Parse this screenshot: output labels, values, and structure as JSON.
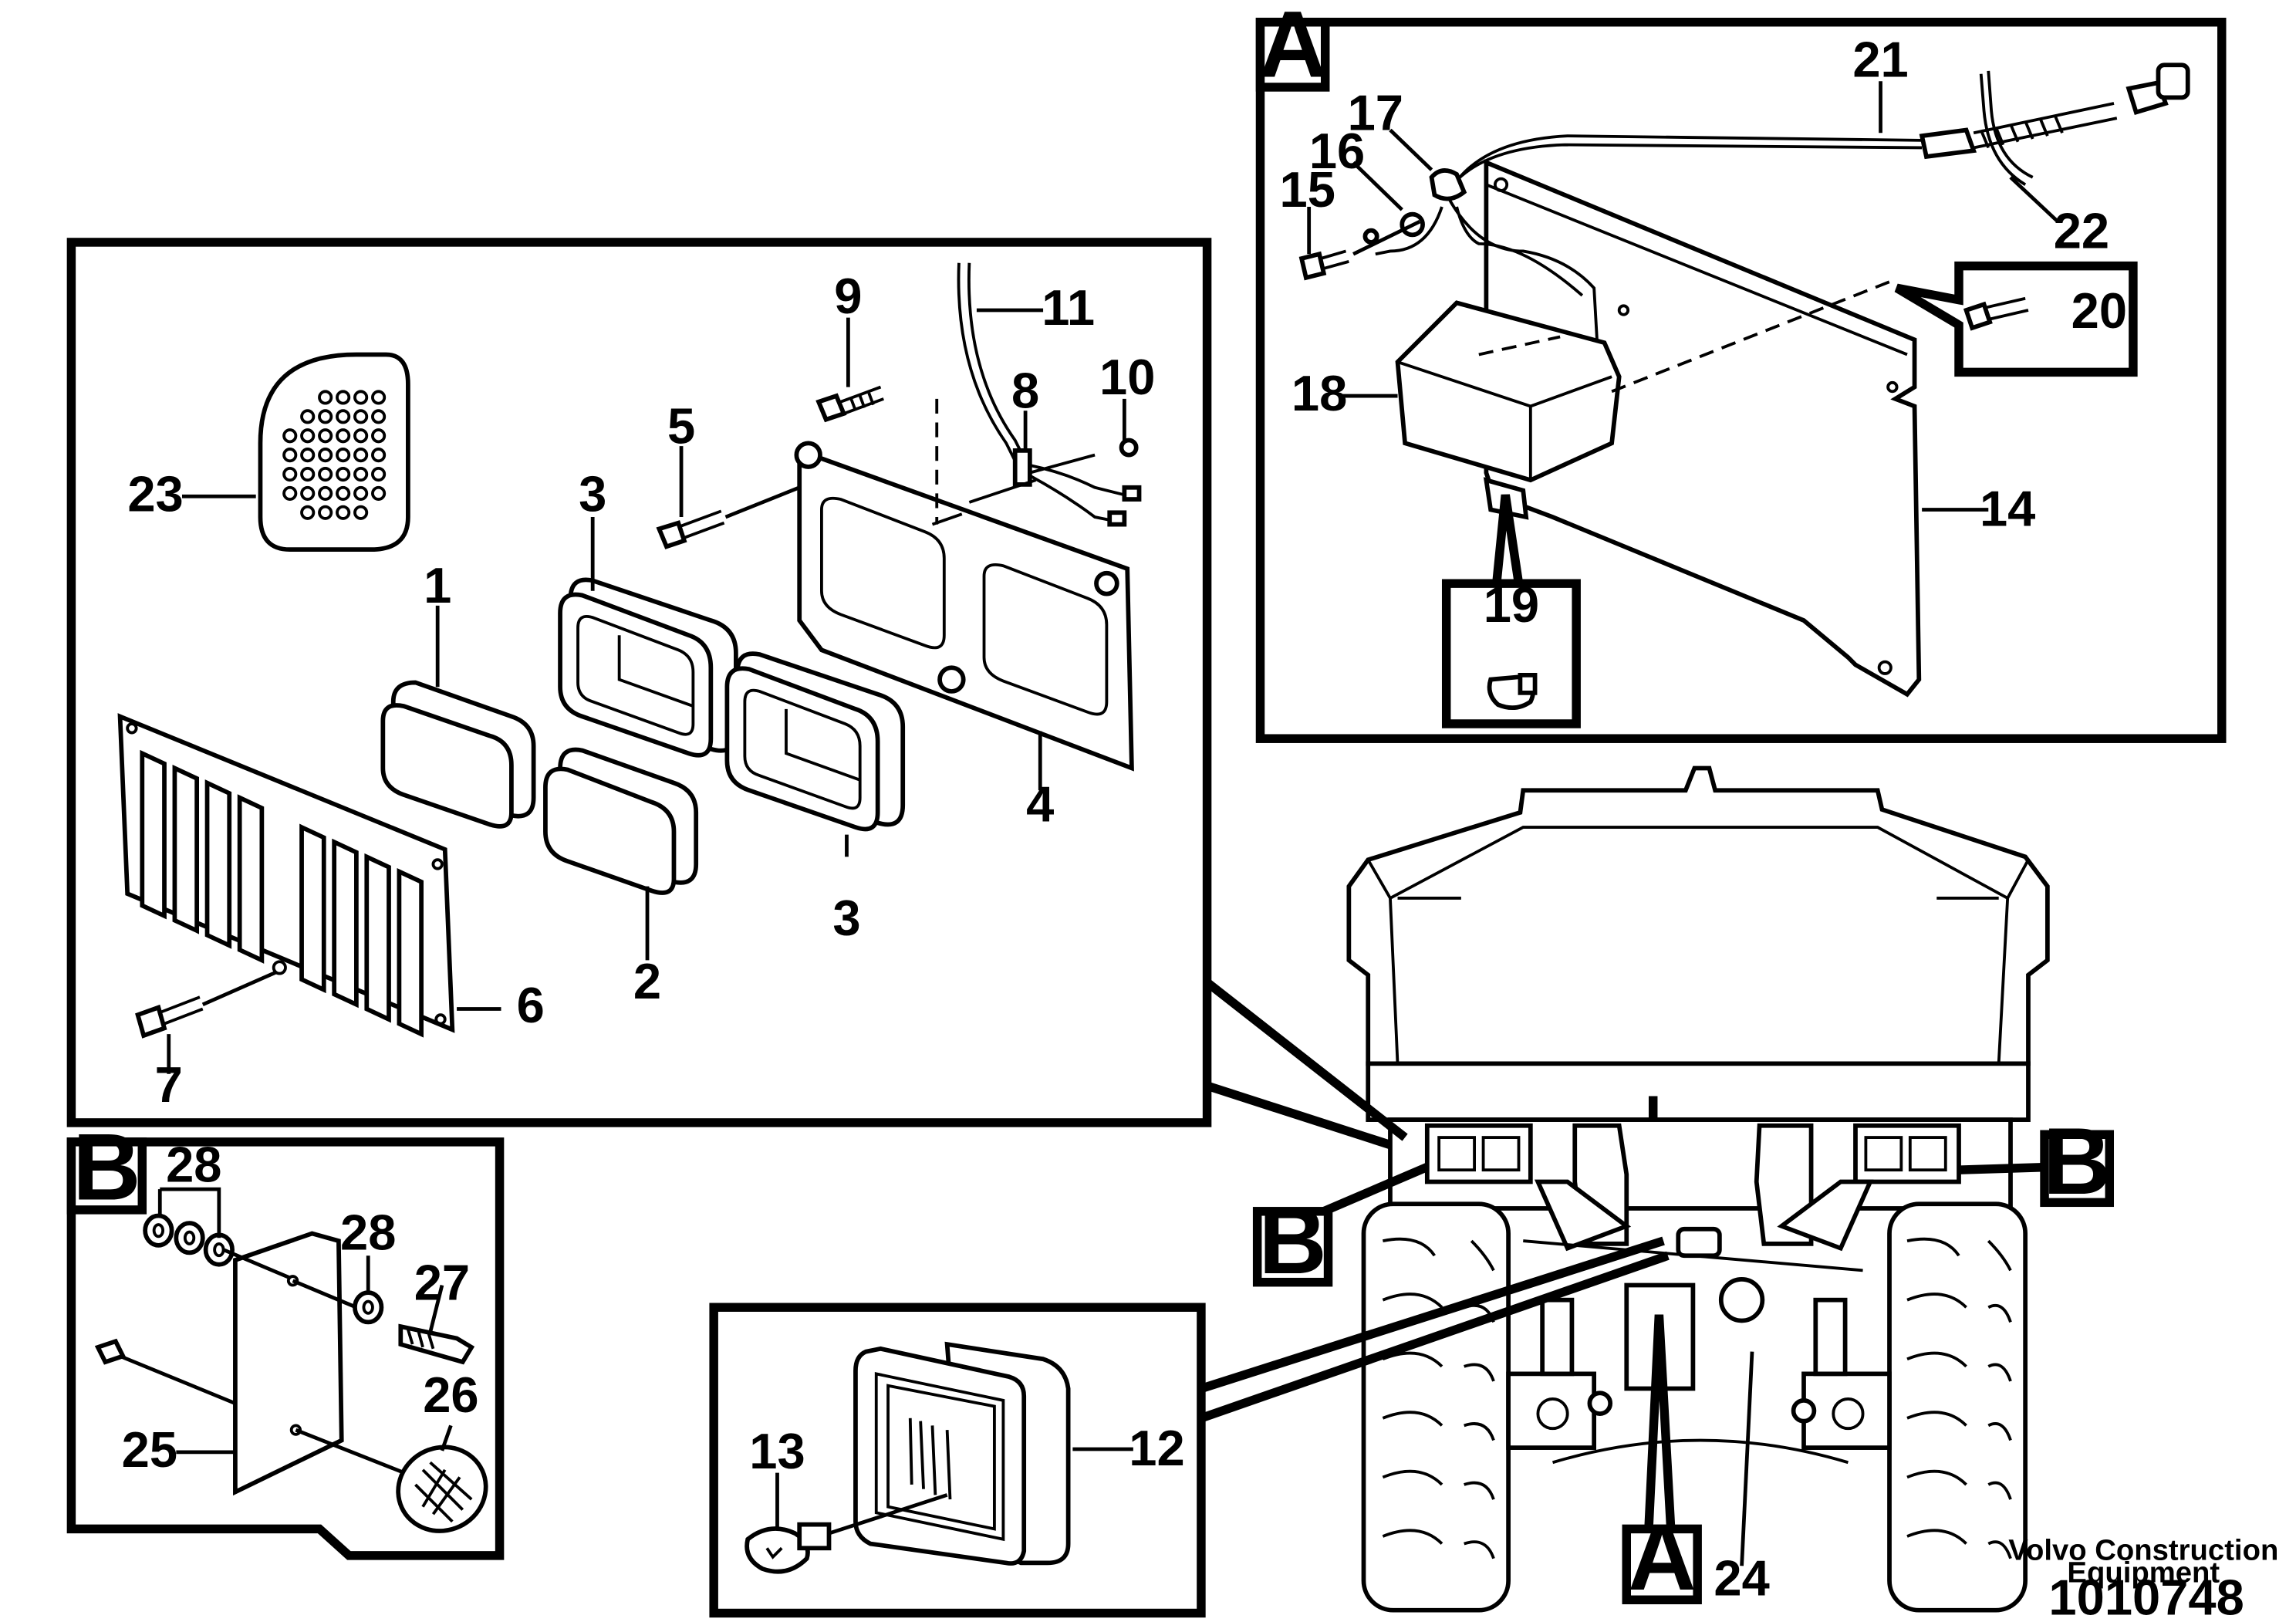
{
  "callouts": {
    "a": "A",
    "b": "B"
  },
  "parts": {
    "p1": "1",
    "p2": "2",
    "p3a": "3",
    "p3b": "3",
    "p4": "4",
    "p5": "5",
    "p6": "6",
    "p7": "7",
    "p8": "8",
    "p9": "9",
    "p10": "10",
    "p11": "11",
    "p12": "12",
    "p13": "13",
    "p14": "14",
    "p15": "15",
    "p16": "16",
    "p17": "17",
    "p18": "18",
    "p19": "19",
    "p20": "20",
    "p21": "21",
    "p22": "22",
    "p23": "23",
    "p24": "24",
    "p25": "25",
    "p26": "26",
    "p27": "27",
    "p28a": "28",
    "p28b": "28"
  },
  "footer": {
    "brand_line1": "Volvo Construction",
    "brand_line2": "Equipment",
    "drawing_number": "1010748"
  }
}
